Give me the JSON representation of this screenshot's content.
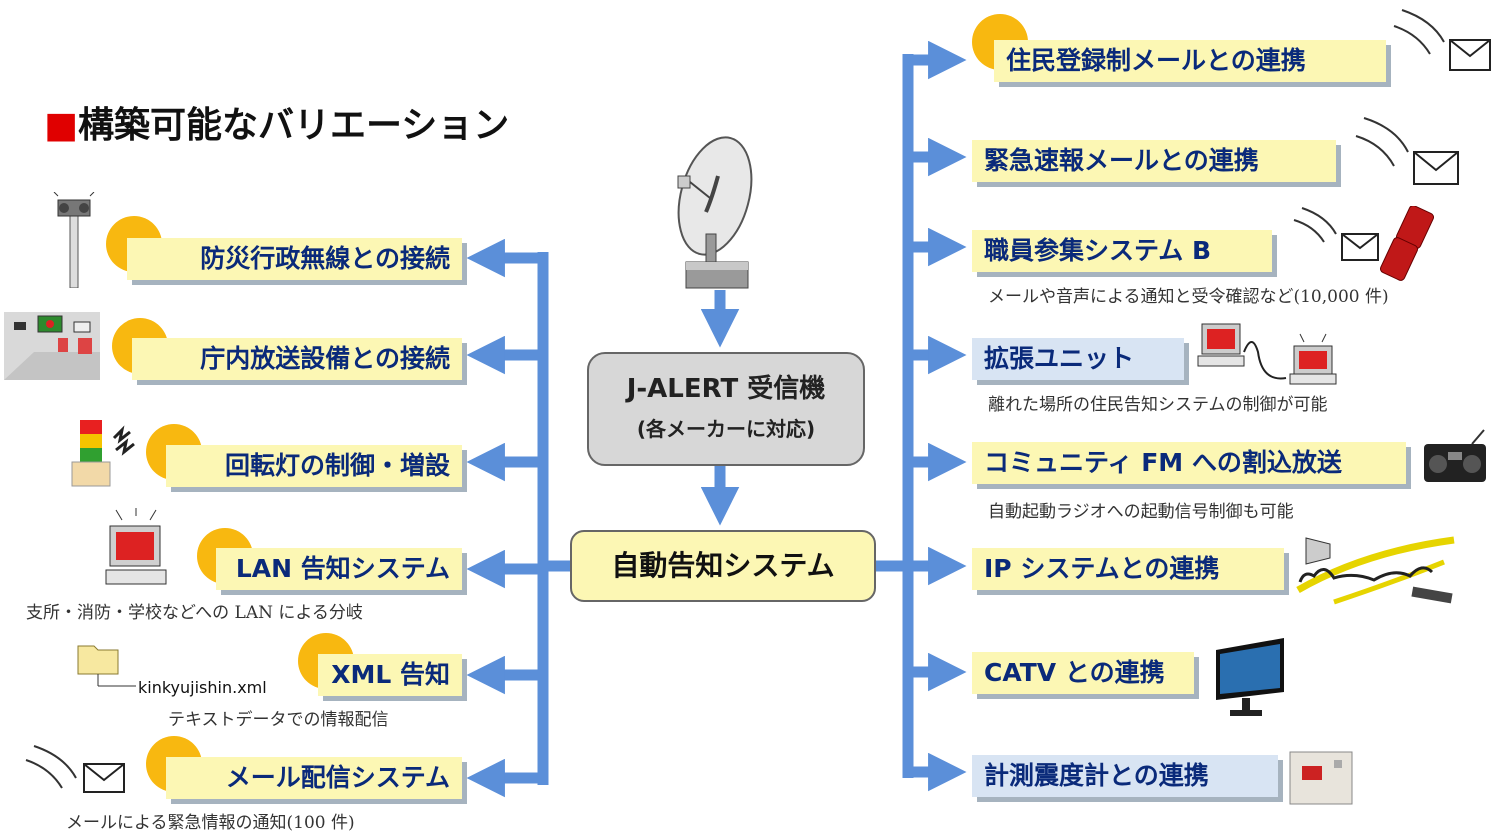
{
  "title": "構築可能なバリエーション",
  "title_marker": "■",
  "receiver": {
    "name": "J-ALERT 受信機",
    "sub": "(各メーカーに対応)"
  },
  "center": "自動告知システム",
  "left_items": [
    {
      "label": "防災行政無線との接続"
    },
    {
      "label": "庁内放送設備との接続"
    },
    {
      "label": "回転灯の制御・増設"
    },
    {
      "label": "LAN 告知システム",
      "note": "支所・消防・学校などへの LAN による分岐"
    },
    {
      "label": "XML 告知",
      "note": "テキストデータでの情報配信",
      "file": "kinkyujishin.xml"
    },
    {
      "label": "メール配信システム",
      "note": "メールによる緊急情報の通知(100 件)"
    }
  ],
  "right_items": [
    {
      "label": "住民登録制メールとの連携"
    },
    {
      "label": "緊急速報メールとの連携"
    },
    {
      "label": "職員参集システム B",
      "note": "メールや音声による通知と受令確認など(10,000 件)"
    },
    {
      "label": "拡張ユニット",
      "note": "離れた場所の住民告知システムの制御が可能"
    },
    {
      "label": "コミュニティ FM への割込放送",
      "note": "自動起動ラジオへの起動信号制御も可能"
    },
    {
      "label": "IP システムとの連携"
    },
    {
      "label": "CATV との連携"
    },
    {
      "label": "計測震度計との連携"
    }
  ],
  "colors": {
    "arrow": "#5b8fd9",
    "label_yellow": "#fcf7b4",
    "label_blue": "#d8e4f3",
    "label_text": "#0a2a7a",
    "circle": "#f8b810"
  },
  "icons": {
    "left": [
      "siren-pole-icon",
      "office-speaker-icon",
      "rotating-light-icon",
      "lan-computer-icon",
      "folder-icon",
      "mail-icon"
    ],
    "right": [
      "mail-icon",
      "mail-icon",
      "mail-phone-icon",
      "computer-unit-icon",
      "radio-icon",
      "broadband-icon",
      "monitor-icon",
      "seismometer-icon"
    ]
  }
}
